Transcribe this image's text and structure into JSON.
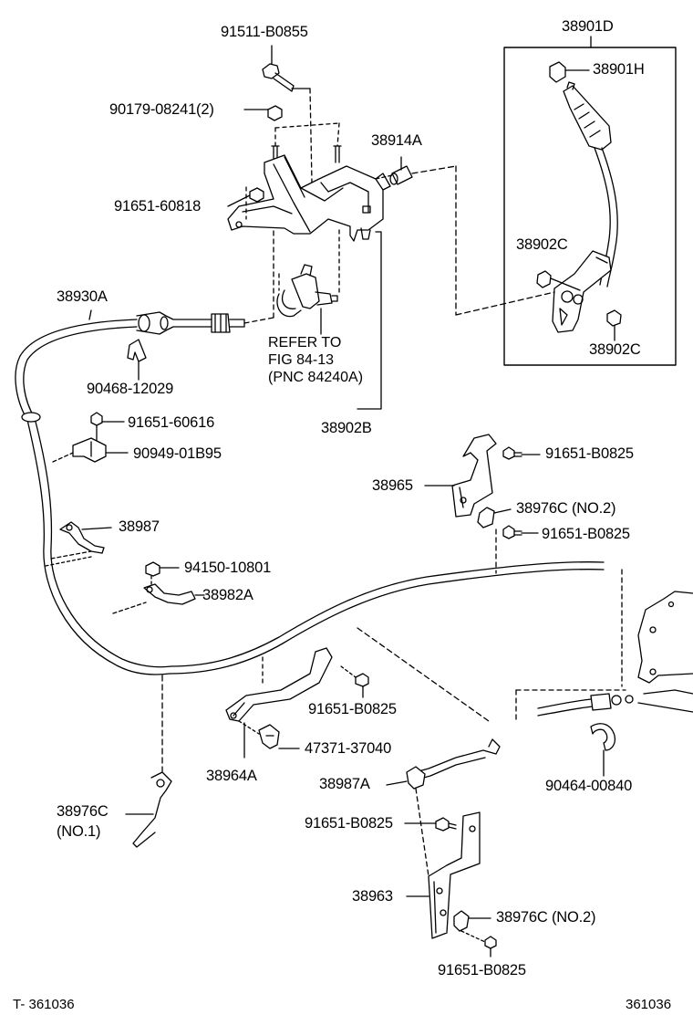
{
  "diagram": {
    "parts": {
      "p38901D": "38901D",
      "p38901H": "38901H",
      "p38902C_a": "38902C",
      "p38902C_b": "38902C",
      "p91511": "91511-B0855",
      "p90179": "90179-08241(2)",
      "p38914A": "38914A",
      "p91651_60818": "91651-60818",
      "p38930A": "38930A",
      "p90468": "90468-12029",
      "p38902B": "38902B",
      "p91651_60616": "91651-60616",
      "p90949": "90949-01B95",
      "p38987": "38987",
      "p94150": "94150-10801",
      "p38982A": "38982A",
      "p91651_B0825_a": "91651-B0825",
      "p38965": "38965",
      "p38976C_no2_a": "38976C (NO.2)",
      "p91651_B0825_b": "91651-B0825",
      "p91651_B0825_c": "91651-B0825",
      "p47371": "47371-37040",
      "p38964A": "38964A",
      "p38987A": "38987A",
      "p90464": "90464-00840",
      "p38976C_no1": "38976C",
      "p38976C_no1_sub": "(NO.1)",
      "p91651_B0825_d": "91651-B0825",
      "p38963": "38963",
      "p38976C_no2_b": "38976C (NO.2)",
      "p91651_B0825_e": "91651-B0825"
    },
    "reference_note": {
      "line1": "REFER TO",
      "line2": "FIG 84-13",
      "line3": "(PNC 84240A)"
    },
    "footer": {
      "left": "T- 361036",
      "right": "361036"
    }
  }
}
